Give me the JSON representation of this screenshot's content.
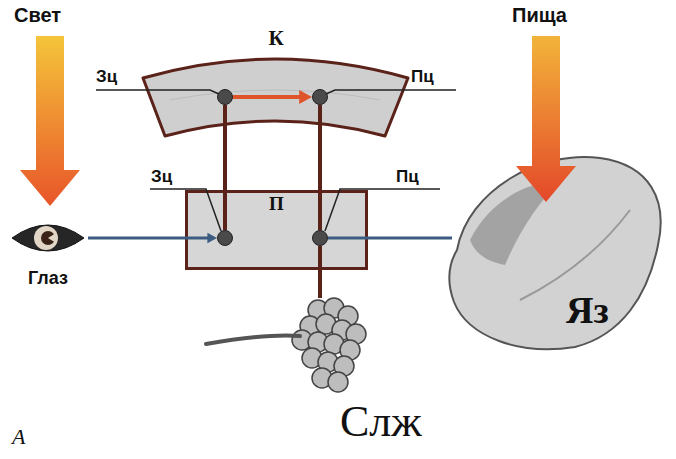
{
  "diagram": {
    "nodes": [
      {
        "text": [
          "К"
        ]
      },
      {
        "text": [
          "Зц"
        ],
        "in": 0
      },
      {
        "text": [
          "Пц"
        ],
        "in": 0
      },
      {
        "text": [
          "П"
        ]
      },
      {
        "text": [
          "Зц"
        ],
        "in": 3
      },
      {
        "text": [
          "Пц"
        ],
        "in": 3
      },
      {
        "text": [
          "Глаз"
        ]
      },
      {
        "text": [
          "Яз"
        ]
      },
      {
        "text": [
          "Слж"
        ]
      }
    ],
    "edges": [
      {
        "from": 1,
        "to": 2,
        "arrow": "to"
      },
      {
        "from": 1,
        "to": 4,
        "arrow": "none"
      },
      {
        "from": 2,
        "to": 5,
        "arrow": "none"
      },
      {
        "from": 6,
        "to": 4,
        "arrow": "to"
      },
      {
        "from": 7,
        "to": 5,
        "arrow": "none"
      },
      {
        "from": 5,
        "to": 8,
        "arrow": "none"
      }
    ],
    "labels": [
      "Свет",
      "Пища",
      "А"
    ]
  }
}
